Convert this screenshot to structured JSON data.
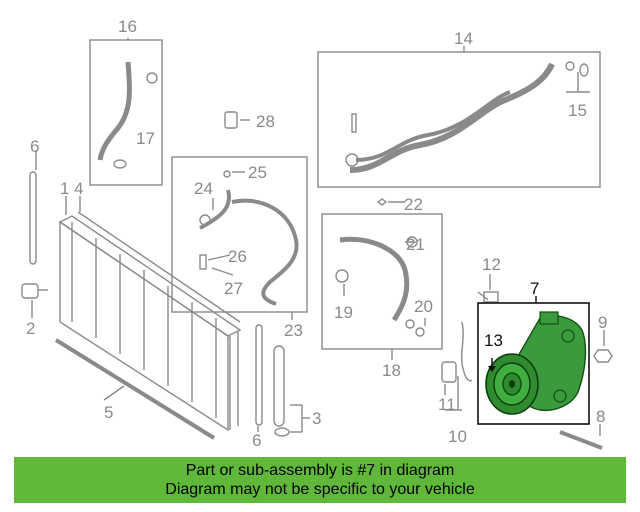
{
  "callouts": {
    "n1": "1",
    "n2": "2",
    "n3": "3",
    "n4": "4",
    "n5": "5",
    "n6a": "6",
    "n6b": "6",
    "n7": "7",
    "n8": "8",
    "n9": "9",
    "n10": "10",
    "n11": "11",
    "n12": "12",
    "n13": "13",
    "n14": "14",
    "n15": "15",
    "n16": "16",
    "n17": "17",
    "n18": "18",
    "n19": "19",
    "n20": "20",
    "n21": "21",
    "n22": "22",
    "n23": "23",
    "n24": "24",
    "n25": "25",
    "n26": "26",
    "n27": "27",
    "n28": "28"
  },
  "highlight": {
    "part": "7",
    "color": "#2e8b2e"
  },
  "banner": {
    "line1": "Part or sub-assembly is #7 in diagram",
    "line2": "Diagram may not be specific to your vehicle",
    "color": "#5fb83a"
  }
}
